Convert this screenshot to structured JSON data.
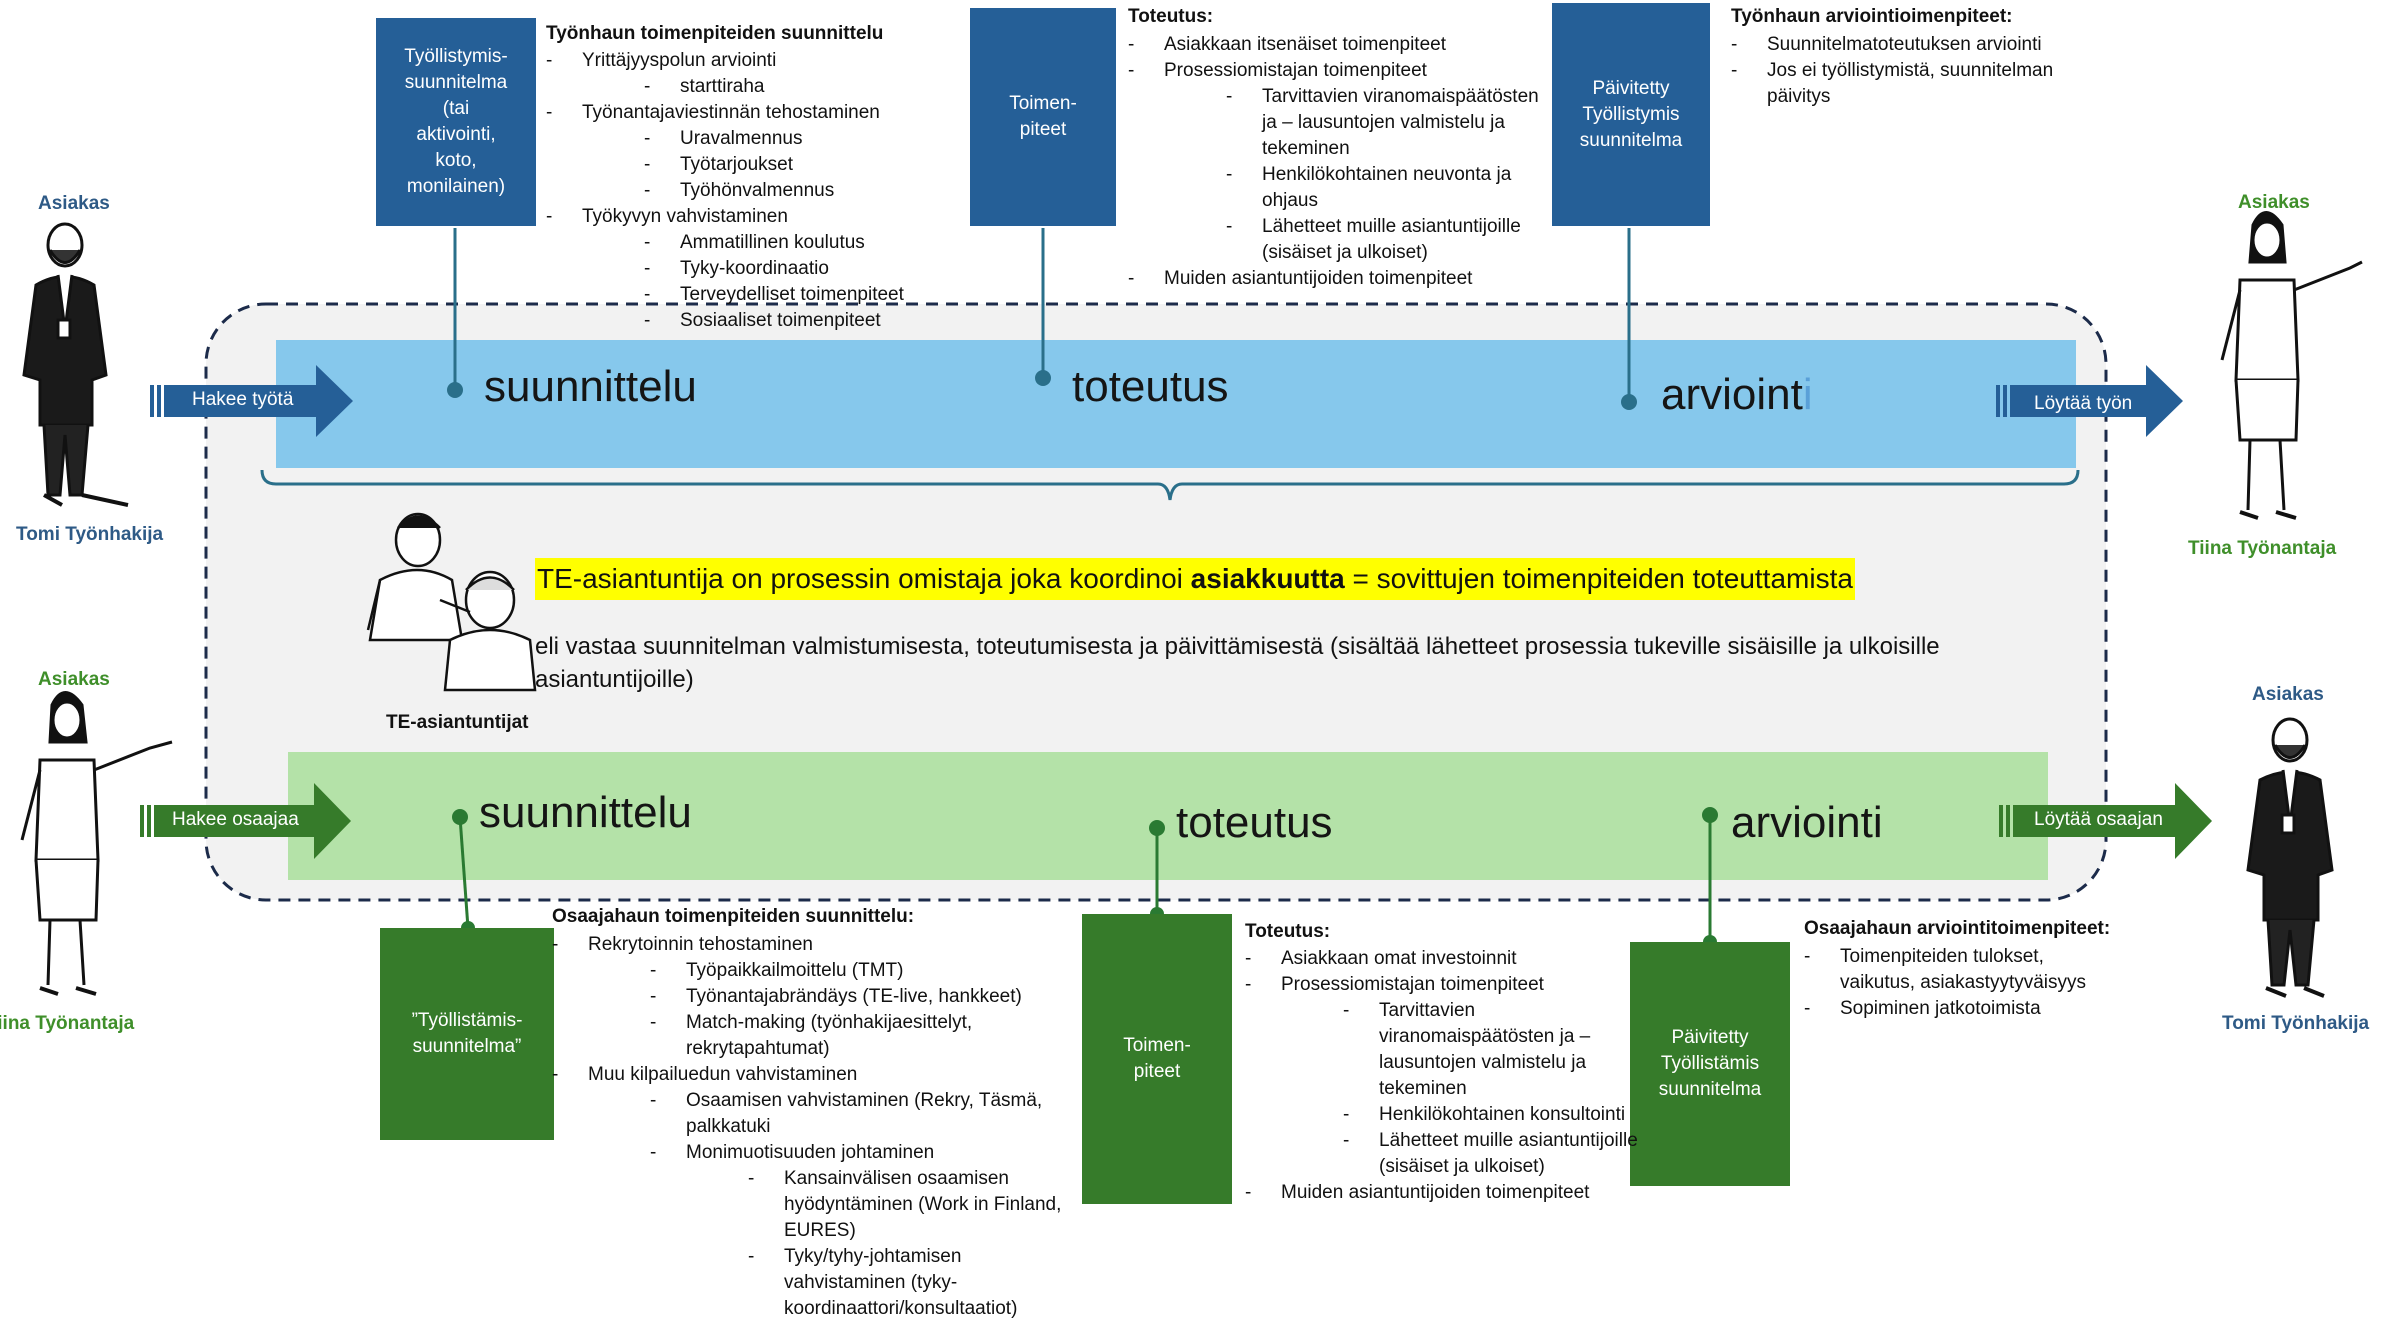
{
  "top": {
    "customer_left": {
      "role": "Asiakas",
      "name": "Tomi Työnhakija"
    },
    "customer_right": {
      "role": "Asiakas",
      "name": "Tiina Työnantaja"
    },
    "arrow_in": "Hakee työtä",
    "arrow_out": "Löytää työn",
    "phases": [
      "suunnittelu",
      "toteutus",
      "arvioint",
      "i"
    ],
    "box_plan": "Työllistymis-\nsuunnitelma\n(tai\naktivointi,\nkoto,\nmonilainen)",
    "box_actions": "Toimen-\npiteet",
    "box_updated": "Päivitetty\nTyöllistymis\nsuunnitelma",
    "plan_title": "Työnhaun toimenpiteiden suunnittelu",
    "plan_items": [
      {
        "level": 1,
        "text": "Yrittäjyyspolun arviointi"
      },
      {
        "level": 2,
        "text": "starttiraha"
      },
      {
        "level": 1,
        "text": "Työnantajaviestinnän tehostaminen"
      },
      {
        "level": 2,
        "text": "Uravalmennus"
      },
      {
        "level": 2,
        "text": "Työtarjoukset"
      },
      {
        "level": 2,
        "text": "Työhönvalmennus"
      },
      {
        "level": 1,
        "text": "Työkyvyn vahvistaminen"
      },
      {
        "level": 2,
        "text": "Ammatillinen koulutus"
      },
      {
        "level": 2,
        "text": "Tyky-koordinaatio"
      },
      {
        "level": 2,
        "text": "Terveydelliset toimenpiteet"
      },
      {
        "level": 2,
        "text": "Sosiaaliset toimenpiteet"
      }
    ],
    "exec_title": "Toteutus:",
    "exec_items": [
      {
        "level": 1,
        "text": "Asiakkaan itsenäiset toimenpiteet"
      },
      {
        "level": 1,
        "text": "Prosessiomistajan toimenpiteet"
      },
      {
        "level": 2,
        "text": "Tarvittavien viranomaispäätösten ja – lausuntojen valmistelu ja tekeminen"
      },
      {
        "level": 2,
        "text": "Henkilökohtainen neuvonta ja ohjaus"
      },
      {
        "level": 2,
        "text": "Lähetteet muille asiantuntijoille (sisäiset ja ulkoiset)"
      },
      {
        "level": 1,
        "text": "Muiden asiantuntijoiden toimenpiteet"
      }
    ],
    "eval_title": "Työnhaun arviointioimenpiteet:",
    "eval_items": [
      {
        "level": 1,
        "text": "Suunnitelmatoteutuksen arviointi"
      },
      {
        "level": 1,
        "text": "Jos ei työllistymistä, suunnitelman päivitys"
      }
    ]
  },
  "middle": {
    "expert_label": "TE-asiantuntijat",
    "highlight_pre": "TE-asiantuntija on prosessin omistaja joka koordinoi ",
    "highlight_bold": "asiakkuutta",
    "highlight_post": " = sovittujen toimenpiteiden toteuttamista",
    "description": "eli vastaa suunnitelman valmistumisesta, toteutumisesta ja päivittämisestä  (sisältää lähetteet prosessia tukeville sisäisille ja ulkoisille asiantuntijoille)"
  },
  "bottom": {
    "customer_left": {
      "role": "Asiakas",
      "name": "Tiina Työnantaja"
    },
    "customer_right": {
      "role": "Asiakas",
      "name": "Tomi Työnhakija"
    },
    "arrow_in": "Hakee osaajaa",
    "arrow_out": "Löytää osaajan",
    "phases": [
      "suunnittelu",
      "toteutus",
      "arviointi"
    ],
    "box_plan": "”Työllistämis-\nsuunnitelma”",
    "box_actions": "Toimen-\npiteet",
    "box_updated": "Päivitetty\nTyöllistämis\nsuunnitelma",
    "plan_title": "Osaajahaun toimenpiteiden suunnittelu:",
    "plan_items": [
      {
        "level": 1,
        "text": "Rekrytoinnin tehostaminen"
      },
      {
        "level": 2,
        "text": "Työpaikkailmoittelu (TMT)"
      },
      {
        "level": 2,
        "text": "Työnantajabrändäys (TE-live, hankkeet)"
      },
      {
        "level": 2,
        "text": "Match-making (työnhakijaesittelyt, rekrytapahtumat)"
      },
      {
        "level": 1,
        "text": "Muu kilpailuedun vahvistaminen"
      },
      {
        "level": 2,
        "text": "Osaamisen vahvistaminen (Rekry, Täsmä, palkkatuki"
      },
      {
        "level": 2,
        "text": "Monimuotisuuden johtaminen"
      },
      {
        "level": 3,
        "text": "Kansainvälisen osaamisen hyödyntäminen (Work in Finland, EURES)"
      },
      {
        "level": 3,
        "text": "Tyky/tyhy-johtamisen vahvistaminen (tyky-koordinaattori/konsultaatiot)"
      }
    ],
    "exec_title": "Toteutus:",
    "exec_items": [
      {
        "level": 1,
        "text": "Asiakkaan omat investoinnit"
      },
      {
        "level": 1,
        "text": "Prosessiomistajan toimenpiteet"
      },
      {
        "level": 2,
        "text": "Tarvittavien viranomaispäätösten ja – lausuntojen valmistelu ja tekeminen"
      },
      {
        "level": 2,
        "text": "Henkilökohtainen konsultointi"
      },
      {
        "level": 2,
        "text": "Lähetteet muille asiantuntijoille (sisäiset ja ulkoiset)"
      },
      {
        "level": 1,
        "text": "Muiden asiantuntijoiden toimenpiteet"
      }
    ],
    "eval_title": "Osaajahaun arviointitoimenpiteet:",
    "eval_items": [
      {
        "level": 1,
        "text": "Toimenpiteiden tulokset, vaikutus, asiakastyytyväisyys"
      },
      {
        "level": 1,
        "text": "Sopiminen jatkotoimista"
      }
    ]
  },
  "colors": {
    "blue_box": "#255f97",
    "green_box": "#367b2a",
    "blue_band": "#86c8ec",
    "green_band": "#b4e2a8",
    "highlight": "#ffff00",
    "connector_blue": "#2a6f8a",
    "connector_green": "#2a7a32"
  }
}
